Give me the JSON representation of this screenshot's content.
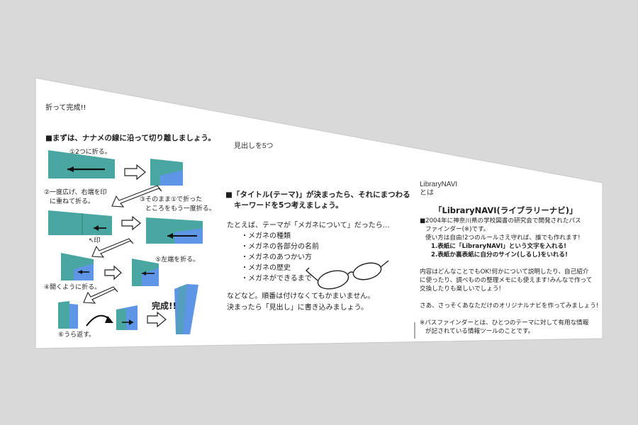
{
  "colors": {
    "background": "#d9d9d9",
    "paper": "#ffffff",
    "paper_teal": "#4aa6a0",
    "paper_blue": "#5f95e6",
    "ink": "#1e1e1e"
  },
  "sheet": {
    "top_left_label": "折って完成!!",
    "panel1": {
      "heading": "■まずは、ナナメの線に沿って切り離しましょう。",
      "steps": {
        "s1": "①2つに折る。",
        "s2_line1": "②一度広げ、右端を印",
        "s2_line2": "に重ねて折る。",
        "s3_line1": "③そのまま①で折った",
        "s3_line2": "ところをもう一度折る。",
        "mark": "↖印",
        "s5": "⑤左端を折る。",
        "s4": "④開くように折る。",
        "s6": "⑥うら返す。",
        "done": "完成!!"
      }
    },
    "panel2": {
      "title": "見出しを5つ",
      "intro_line1": "■「タイトル(テーマ)」が決まったら、それにまつわる",
      "intro_line2": "キーワードを5つ考えましょう。",
      "example_line": "たとえば、テーマが「メガネについて」だったら…",
      "keywords": [
        "・メガネの種類",
        "・メガネの各部分の名前",
        "・メガネのあつかい方",
        "・メガネの歴史",
        "・メガネができるまで"
      ],
      "outro_line1": "などなど。順番は付けなくてもかまいません。",
      "outro_line2": "決まったら「見出し」に書き込みましょう。"
    },
    "panel3": {
      "label_line1": "LibraryNAVI",
      "label_line2": "とは",
      "title": "「LibraryNAVI(ライブラリーナビ)」",
      "body": [
        "■2004年に神奈川県の学校図書の研究会で開発されたパス",
        "ファインダー(※)です。",
        "使い方は自由!2つのルールさえ守れば、誰でも作れます!",
        "1.表紙に「LibraryNAVI」という文字を入れる!",
        "2.表紙か裏表紙に自分のサイン(しるし)をいれる!",
        "",
        "内容はどんなことでもOK!何かについて説明したり、自己紹介",
        "に使ったり、調べものの整理メモにも使えます!みんなで作って",
        "交換したりも楽しいでしょう!",
        "",
        "さあ、さっそくあなただけのオリジナルナビを作ってみましょう!",
        "",
        "※パスファインダーとは、ひとつのテーマに対して有用な情報",
        "が記されている情報ツールのことです。"
      ]
    }
  }
}
